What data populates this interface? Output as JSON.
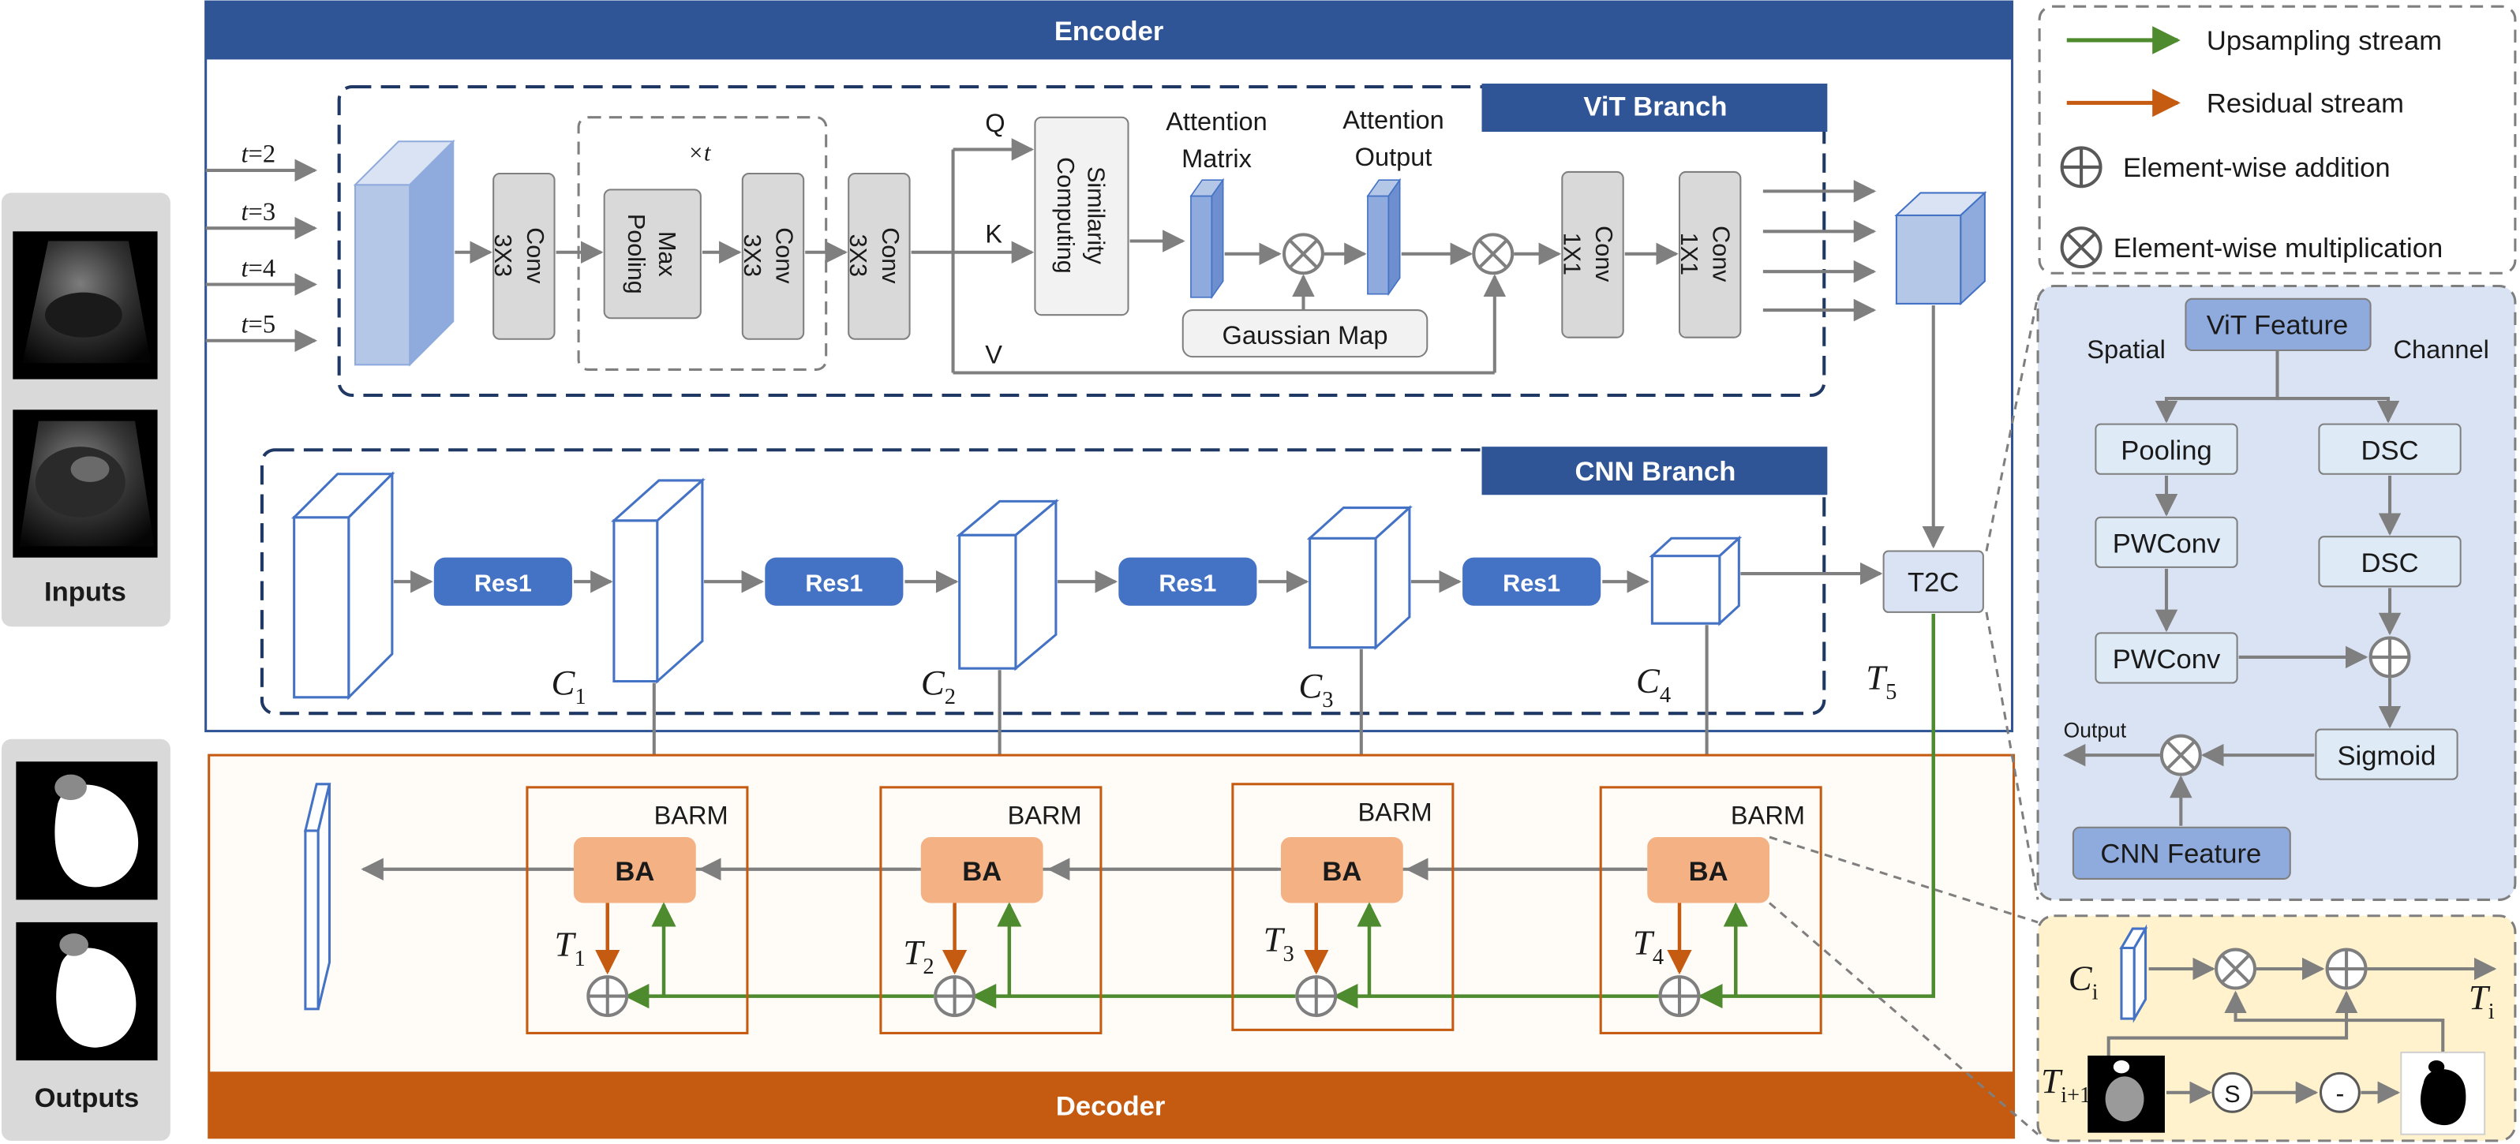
{
  "colors": {
    "encoder_blue": "#2F5597",
    "vit_box_blue": "#B4C7E7",
    "res_block_blue": "#4472C4",
    "decoder_orange": "#C55A11",
    "ba_fill": "#F4B183",
    "upsampling_green": "#4E8A2E",
    "residual_orange": "#C55A11",
    "module_panel_fill": "#DAE3F3",
    "bottom_panel_fill": "#FFF2CC",
    "gray_block": "#D9D9D9"
  },
  "inputs_label": "Inputs",
  "outputs_label": "Outputs",
  "encoder": {
    "title": "Encoder",
    "vit_branch": {
      "title": "ViT Branch",
      "t_labels": [
        {
          "var": "t",
          "value": "=2"
        },
        {
          "var": "t",
          "value": "=3"
        },
        {
          "var": "t",
          "value": "=4"
        },
        {
          "var": "t",
          "value": "=5"
        }
      ],
      "conv1": [
        "Conv",
        "3X3"
      ],
      "repeat_label": "×t",
      "max_pooling": [
        "Max",
        "Pooling"
      ],
      "conv2": [
        "Conv",
        "3X3"
      ],
      "conv3": [
        "Conv",
        "3X3"
      ],
      "q": "Q",
      "k": "K",
      "v": "V",
      "similarity": [
        "Similarity",
        "Computing"
      ],
      "attention_matrix": [
        "Attention",
        "Matrix"
      ],
      "attention_output": [
        "Attention",
        "Output"
      ],
      "gaussian_map": "Gaussian Map",
      "conv1x1_a": [
        "Conv",
        "1X1"
      ],
      "conv1x1_b": [
        "Conv",
        "1X1"
      ]
    },
    "cnn_branch": {
      "title": "CNN Branch",
      "res_labels": [
        "Res1",
        "Res1",
        "Res1",
        "Res1"
      ],
      "c_labels": [
        {
          "base": "C",
          "sub": "1"
        },
        {
          "base": "C",
          "sub": "2"
        },
        {
          "base": "C",
          "sub": "3"
        },
        {
          "base": "C",
          "sub": "4"
        }
      ],
      "t5": {
        "base": "T",
        "sub": "5"
      },
      "t2c": "T2C"
    }
  },
  "decoder": {
    "title": "Decoder",
    "barm_label": "BARM",
    "ba_label": "BA",
    "t_labels": [
      {
        "base": "T",
        "sub": "1"
      },
      {
        "base": "T",
        "sub": "2"
      },
      {
        "base": "T",
        "sub": "3"
      },
      {
        "base": "T",
        "sub": "4"
      }
    ]
  },
  "legend": {
    "upsampling": "Upsampling stream",
    "residual": "Residual stream",
    "addition": "Element-wise addition",
    "multiplication": "Element-wise multiplication"
  },
  "t2c_module": {
    "vit_feature": "ViT Feature",
    "spatial": "Spatial",
    "channel": "Channel",
    "pooling": "Pooling",
    "pwconv_1": "PWConv",
    "pwconv_2": "PWConv",
    "dsc_1": "DSC",
    "dsc_2": "DSC",
    "sigmoid": "Sigmoid",
    "output": "Output",
    "cnn_feature": "CNN Feature"
  },
  "ba_module": {
    "ci": {
      "base": "C",
      "sub": "i"
    },
    "ti": {
      "base": "T",
      "sub": "i"
    },
    "ti_plus_1": {
      "base": "T",
      "sub": "i+1"
    },
    "s": "S",
    "minus": "-"
  }
}
